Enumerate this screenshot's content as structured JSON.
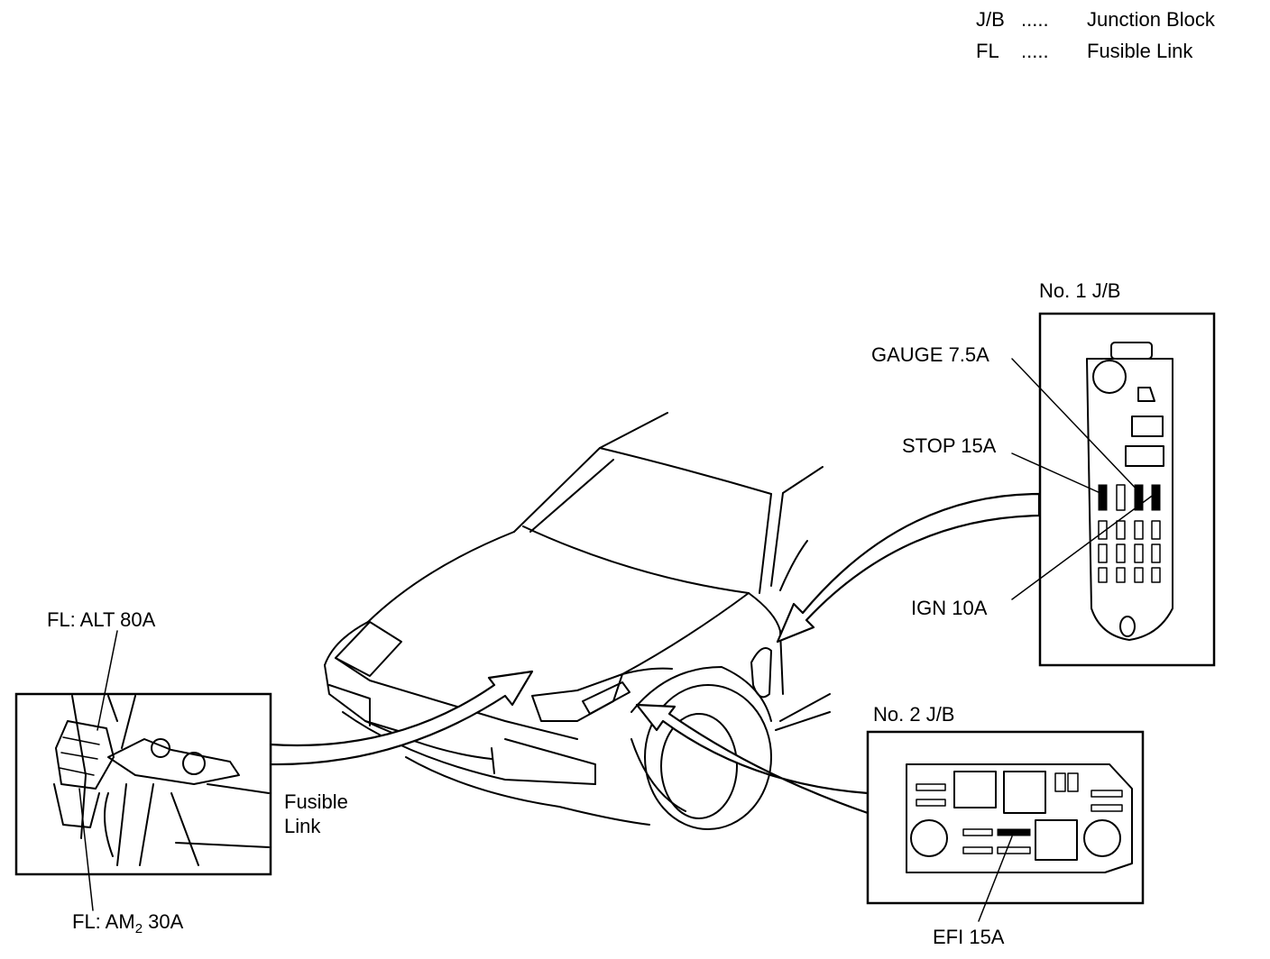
{
  "legend": {
    "items": [
      {
        "abbr": "J/B",
        "dots": ".....",
        "meaning": "Junction Block"
      },
      {
        "abbr": "FL",
        "dots": ".....",
        "meaning": "Fusible Link"
      }
    ]
  },
  "jb1": {
    "title": "No. 1 J/B",
    "labels": {
      "gauge": "GAUGE 7.5A",
      "stop": "STOP 15A",
      "ign": "IGN 10A"
    }
  },
  "jb2": {
    "title": "No. 2 J/B",
    "labels": {
      "efi": "EFI 15A"
    }
  },
  "fusible": {
    "alt": "FL:  ALT 80A",
    "am2_prefix": "FL:  AM",
    "am2_sub": "2",
    "am2_suffix": " 30A",
    "link_line1": "Fusible",
    "link_line2": "Link"
  }
}
